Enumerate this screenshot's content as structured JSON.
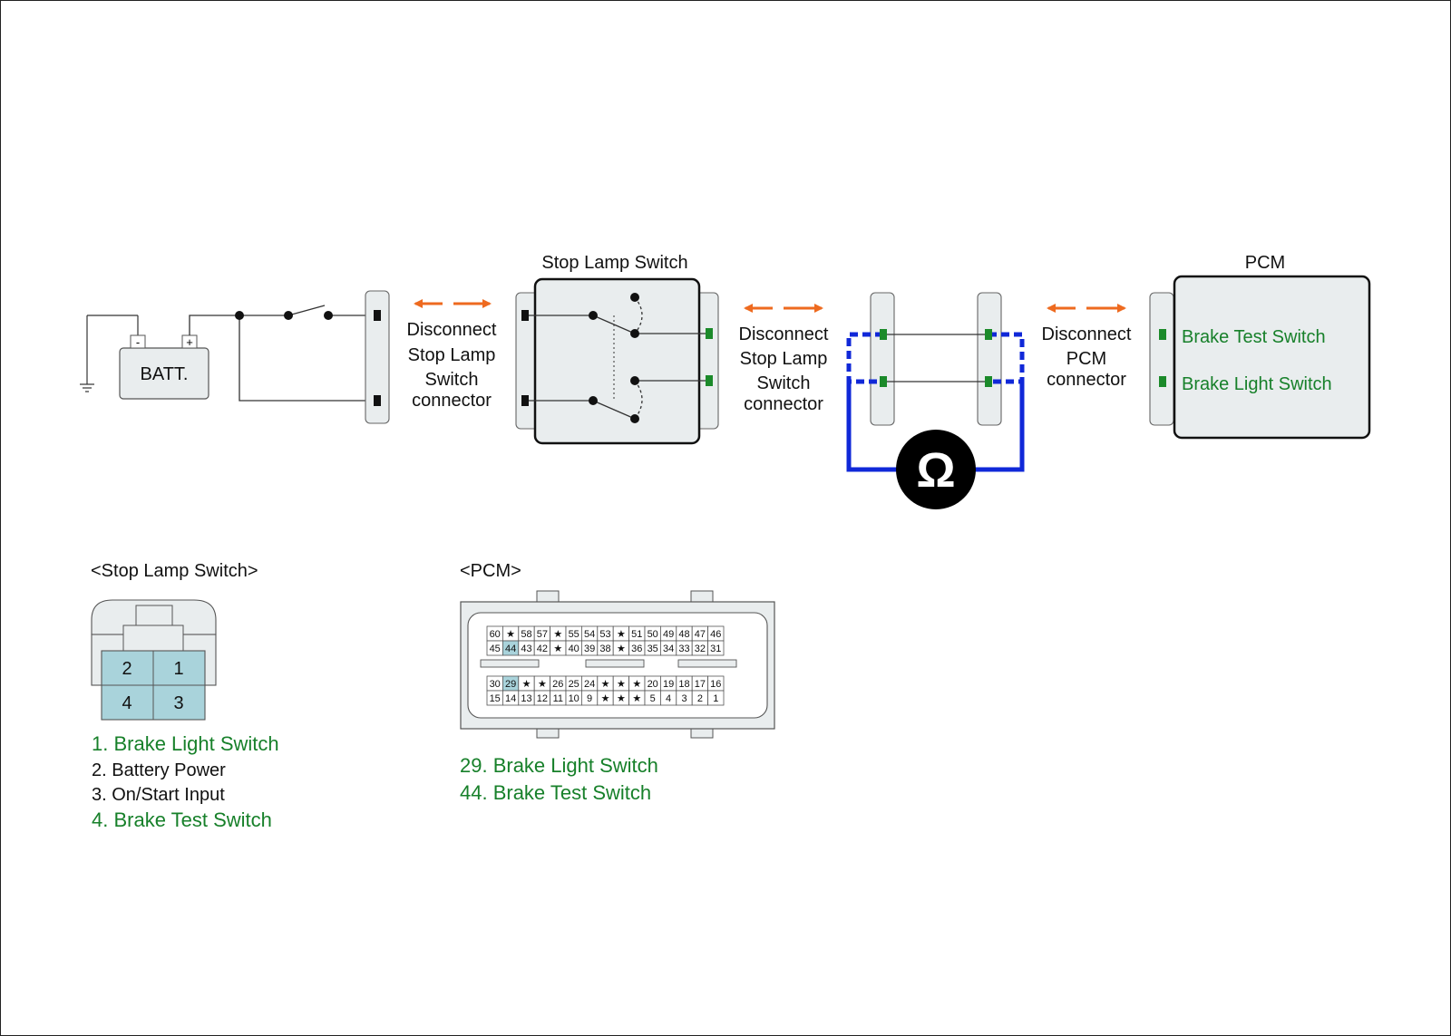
{
  "diagram": {
    "battery": {
      "label": "BATT.",
      "neg": "-",
      "pos": "+"
    },
    "disconnect_1": [
      "Disconnect",
      "Stop Lamp",
      "Switch",
      "connector"
    ],
    "stop_lamp_switch_title": "Stop Lamp Switch",
    "disconnect_2": [
      "Disconnect",
      "Stop Lamp",
      "Switch",
      "connector"
    ],
    "disconnect_3": [
      "Disconnect",
      "PCM",
      "connector"
    ],
    "pcm_title": "PCM",
    "pcm_pins": [
      "Brake Test Switch",
      "Brake Light Switch"
    ],
    "ohmmeter_symbol": "Ω"
  },
  "stop_lamp_connector": {
    "title": "<Stop Lamp Switch>",
    "pins": [
      "2",
      "1",
      "4",
      "3"
    ],
    "legend": [
      {
        "text": "1. Brake Light Switch",
        "highlight": true
      },
      {
        "text": "2. Battery Power",
        "highlight": false
      },
      {
        "text": "3. On/Start Input",
        "highlight": false
      },
      {
        "text": "4. Brake Test Switch",
        "highlight": true
      }
    ]
  },
  "pcm_connector": {
    "title": "<PCM>",
    "row1": [
      "60",
      "★",
      "58",
      "57",
      "★",
      "55",
      "54",
      "53",
      "★",
      "51",
      "50",
      "49",
      "48",
      "47",
      "46"
    ],
    "row2": [
      "45",
      "44",
      "43",
      "42",
      "★",
      "40",
      "39",
      "38",
      "★",
      "36",
      "35",
      "34",
      "33",
      "32",
      "31"
    ],
    "row3": [
      "30",
      "29",
      "★",
      "★",
      "26",
      "25",
      "24",
      "★",
      "★",
      "★",
      "20",
      "19",
      "18",
      "17",
      "16"
    ],
    "row4": [
      "15",
      "14",
      "13",
      "12",
      "11",
      "10",
      "9",
      "★",
      "★",
      "★",
      "5",
      "4",
      "3",
      "2",
      "1"
    ],
    "highlighted_pins": [
      "44",
      "29"
    ],
    "legend": [
      {
        "text": "29. Brake Light Switch",
        "highlight": true
      },
      {
        "text": "44. Brake Test Switch",
        "highlight": true
      }
    ]
  },
  "colors": {
    "orange_arrow": "#ee6a1f",
    "ohm_wire": "#1028d8",
    "green_pin": "#1b8a2a",
    "pin_highlight": "#a9d3db",
    "label_green": "#17802a"
  }
}
